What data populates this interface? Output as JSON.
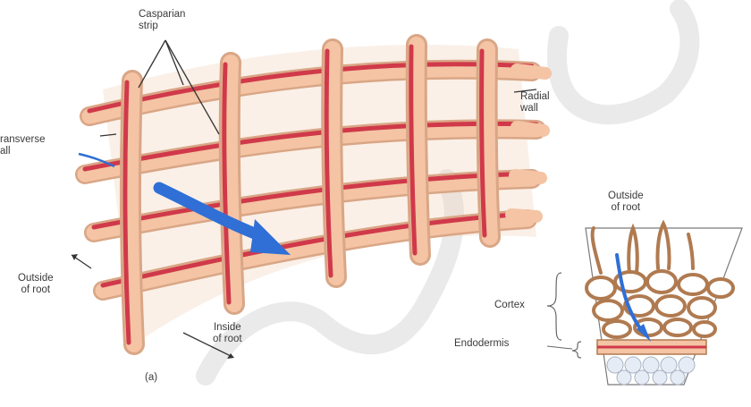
{
  "labels": {
    "casparian_strip": [
      "Casparian",
      "strip"
    ],
    "radial_wall": [
      "Radial",
      "wall"
    ],
    "transverse_wall": [
      "ransverse",
      "all"
    ],
    "outside_of_root_main": [
      "Outside",
      "of root"
    ],
    "inside_of_root": [
      "Inside",
      "of root"
    ],
    "panel_a": "(a)",
    "outside_of_root_inset": [
      "Outside",
      "of root"
    ],
    "cortex": "Cortex",
    "endodermis": "Endodermis"
  },
  "colors": {
    "cell_wall": "#f4c4a4",
    "cell_wall_shadow": "#d49a78",
    "casparian_strip": "#d0394a",
    "water_path_arrow": "#2f6fd6",
    "watermark": "#c8c8c8",
    "label_text": "#3a3a3a"
  }
}
